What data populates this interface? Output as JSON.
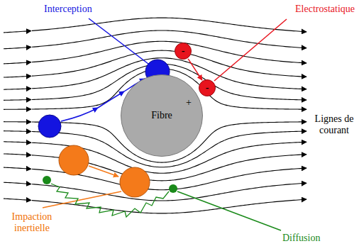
{
  "diagram": {
    "nodes": [
      {
        "text": [
          "-"
        ]
      },
      {
        "text": [
          "-"
        ]
      },
      {
        "text": [
          "Fibre",
          "+"
        ]
      }
    ],
    "edges": [
      {
        "from": 0,
        "to": 1,
        "arrow": "to"
      }
    ],
    "labels": [
      "Interception",
      "Electrostatique",
      "Lignes de courant",
      "Impaction inertielle",
      "Diffusion"
    ]
  }
}
